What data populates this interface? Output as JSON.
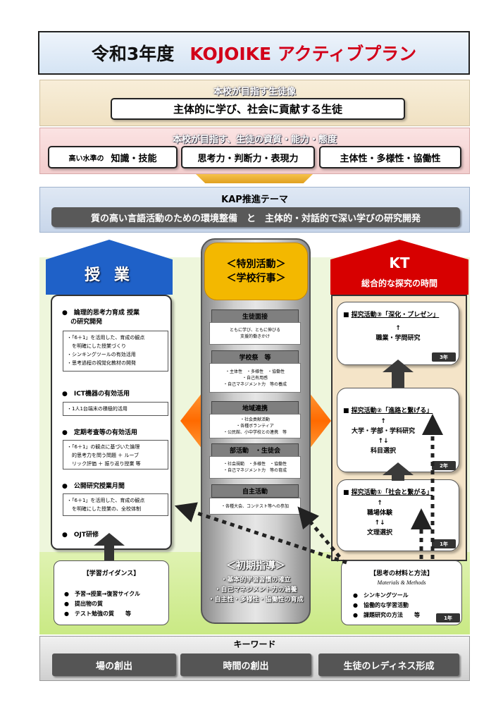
{
  "title": {
    "jp": "令和3年度",
    "en": "KOJOIKE アクティブプラン"
  },
  "vision": {
    "heading": "本校が目指す生徒像",
    "text": "主体的に学び、社会に貢献する生徒"
  },
  "qualities": {
    "heading": "本校が目指す、生徒の資質・能力・態度",
    "items": [
      {
        "prefix": "高い水準の",
        "text": "知識・技能"
      },
      {
        "prefix": "",
        "text": "思考力・判断力・表現力"
      },
      {
        "prefix": "",
        "text": "主体性・多様性・協働性"
      }
    ]
  },
  "kap": {
    "title": "KAP推進テーマ",
    "theme": "質の高い言語活動のための環境整備　と　主体的・対話的で深い学びの研究開発"
  },
  "left": {
    "title": "授 業",
    "sections": [
      {
        "heading": "●　論理的思考力育成 授業\n　 の研究開発",
        "items": [
          "・「6＋1」を活用した、育成の観点\n　を明確にした授業づくり",
          "・シンキングツールの有効活用",
          "・思考過程の視覚化教材の開発"
        ]
      },
      {
        "heading": "●　ICT機器の有効活用",
        "items": [
          "・1人1台端末の積極的活用"
        ]
      },
      {
        "heading": "●　定期考査等の有効活用",
        "items": [
          "・「6＋1」の観点に基づいた論理\n　的思考力を問う問題 ＋ ルーブ\n　リック評価 ＋ 振り返り授業 等"
        ]
      },
      {
        "heading": "●　公開研究授業月間",
        "items": [
          "・「6＋1」を活用した、育成の観点\n　を明確にした授業の、全校体制"
        ]
      },
      {
        "heading": "●　OJT研修",
        "items": []
      }
    ],
    "guidance": {
      "title": "【学習ガイダンス】",
      "items": [
        "●　予習→授業→復習サイクル",
        "●　提出物の質",
        "●　テスト勉強の質　　等"
      ]
    }
  },
  "middle": {
    "title": [
      "＜特別活動＞",
      "＜学校行事＞"
    ],
    "sections": [
      {
        "heading": "生徒面接",
        "body": "ともに学び、ともに伸びる\n支援的働きかけ"
      },
      {
        "heading": "学校祭　等",
        "body": "・主体性　・多様性　・協働性\n・自己有用感\n・自己マネジメント力　等の養成"
      },
      {
        "heading": "地域連携",
        "body": "・社会貢献活動\n・各種ボランティア\n・公民館、小中学校との連携　等"
      },
      {
        "heading": "部活動　・生徒会",
        "body": "・社会規範　・多様性　・協働性\n・自己マネジメント力　等の育成"
      },
      {
        "heading": "自主活動",
        "body": "・各種大会、コンテスト等への参加"
      }
    ],
    "shoki": {
      "title": "＜初期指導＞",
      "items": [
        "・基本的学習習慣の確立",
        "・自己マネジメント力の涵養",
        "・自主性・多様性・協働性の育成"
      ]
    }
  },
  "right": {
    "title": "KT",
    "subtitle": "総合的な探究の時間",
    "boxes": [
      {
        "title_prefix": "■ ",
        "title": "探究活動③「深化・プレゼン」",
        "lines": [
          "↑",
          "職業・学問研究"
        ],
        "year": "3年"
      },
      {
        "title_prefix": "■ ",
        "title": "探究活動②「進路と繋げる」",
        "lines": [
          "↑",
          "大学・学部・学科研究",
          "↑↓",
          "科目選択"
        ],
        "year": "2年"
      },
      {
        "title_prefix": "■ ",
        "title": "探究活動①「社会と繋がる」",
        "lines": [
          "↑",
          "職場体験",
          "↑↓",
          "文理選択"
        ],
        "year": "1年"
      }
    ],
    "thinking": {
      "title": "【思考の材料と方法】",
      "subtitle": "Materials & Methods",
      "items": [
        "●　シンキングツール",
        "●　協働的な学習活動",
        "●　課題研究の方法　　等"
      ],
      "year": "1年"
    }
  },
  "keywords": {
    "title": "キーワード",
    "items": [
      "場の創出",
      "時間の創出",
      "生徒のレディネス形成"
    ]
  },
  "colors": {
    "accent_red": "#d2001a",
    "jugyo_blue": "#1f61c8",
    "kt_red": "#d70000",
    "toku_orange": "#f3b800"
  }
}
